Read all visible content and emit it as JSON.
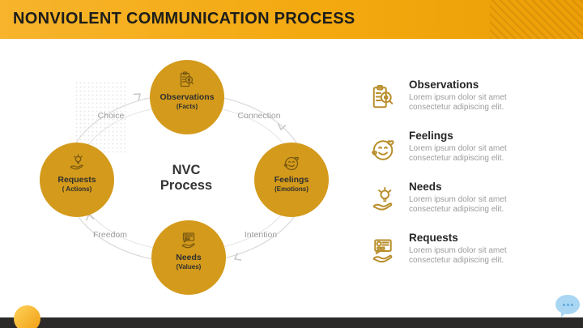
{
  "header": {
    "title": "NONVIOLENT COMMUNICATION PROCESS"
  },
  "diagram": {
    "center": {
      "line1": "NVC",
      "line2": "Process"
    },
    "nodes": [
      {
        "label": "Observations",
        "sublabel": "(Facts)",
        "icon": "clipboard-magnifier-icon"
      },
      {
        "label": "Feelings",
        "sublabel": "(Emotions)",
        "icon": "smiley-hearts-icon"
      },
      {
        "label": "Needs",
        "sublabel": "(Values)",
        "icon": "hand-card-icon"
      },
      {
        "label": "Requests",
        "sublabel": "( Actions)",
        "icon": "hand-lightbulb-icon"
      }
    ],
    "connectors": {
      "top_left": "Choice",
      "top_right": "Connection",
      "bottom_right": "Intention",
      "bottom_left": "Freedom"
    }
  },
  "legend": {
    "items": [
      {
        "title": "Observations",
        "description": "Lorem ipsum dolor sit amet consectetur adipiscing elit.",
        "icon": "clipboard-magnifier-icon"
      },
      {
        "title": "Feelings",
        "description": "Lorem ipsum dolor sit amet consectetur adipiscing elit.",
        "icon": "smiley-hearts-icon"
      },
      {
        "title": "Needs",
        "description": "Lorem ipsum dolor sit amet consectetur adipiscing elit.",
        "icon": "hand-lightbulb-icon"
      },
      {
        "title": "Requests",
        "description": "Lorem ipsum dolor sit amet consectetur adipiscing elit.",
        "icon": "hand-card-icon"
      }
    ]
  },
  "colors": {
    "accent_gold": "#D49A1B",
    "header_gradient_start": "#F7B42C",
    "header_gradient_end": "#EC9F07",
    "circle_icon_brown": "#7A5A10",
    "legend_icon_gold": "#B98E2B",
    "connector_gray": "#D6D6D6",
    "footer_bar": "#2B2A28",
    "bubble_blue": "#A8D6F3",
    "text_dark": "#1D1D1B",
    "text_gray": "#9B9B9B"
  }
}
